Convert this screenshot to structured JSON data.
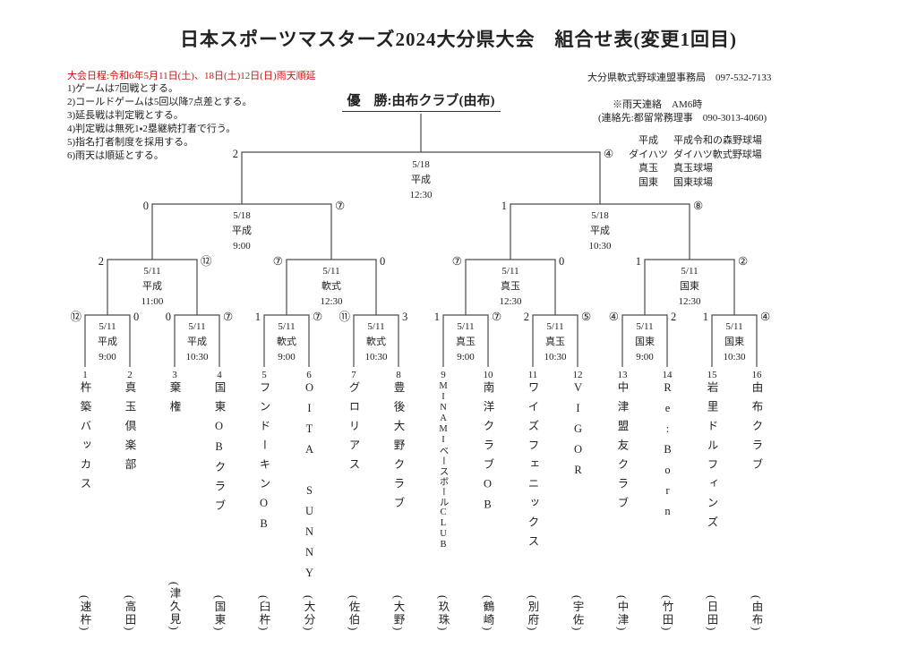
{
  "title": "日本スポーツマスターズ2024大分県大会　組合せ表(変更1回目)",
  "header": {
    "schedule": "大会日程:令和6年5月11日(土)、18日(土)12日(日)雨天順延",
    "rules": [
      "1)ゲームは7回戦とする。",
      "2)コールドゲームは5回以降7点差とする。",
      "3)延長戦は判定戦とする。",
      "4)判定戦は無死1・2塁継続打者で行う。",
      "5)指名打者制度を採用する。",
      "6)雨天は順延とする。"
    ],
    "office": "大分県軟式野球連盟事務局　097-532-7133",
    "rain_note": "※雨天連絡　AM6時",
    "rain_contact": "(連絡先:都留常務理事　090-3013-4060)",
    "champion": "優　勝:由布クラブ(由布)"
  },
  "venue_legend": [
    {
      "short": "平成",
      "name": "平成令和の森野球場"
    },
    {
      "short": "ダイハツ",
      "name": "ダイハツ軟式野球場"
    },
    {
      "short": "真玉",
      "name": "真玉球場"
    },
    {
      "short": "国東",
      "name": "国東球場"
    }
  ],
  "teams": [
    {
      "no": "1",
      "name": "杵築バッカス",
      "area": "(速杵)"
    },
    {
      "no": "2",
      "name": "真玉倶楽部",
      "area": "(高田)"
    },
    {
      "no": "3",
      "name": "棄権",
      "area": "(津久見)"
    },
    {
      "no": "4",
      "name": "国東OBクラブ",
      "area": "(国東)"
    },
    {
      "no": "5",
      "name": "フンドーキンOB",
      "area": "(臼杵)"
    },
    {
      "no": "6",
      "name": "OITA SUNNY",
      "area": "(大分)"
    },
    {
      "no": "7",
      "name": "グロリアス",
      "area": "(佐伯)"
    },
    {
      "no": "8",
      "name": "豊後大野クラブ",
      "area": "(大野)"
    },
    {
      "no": "9",
      "name": "MINAMIベースボールCLUB",
      "area": "(玖珠)"
    },
    {
      "no": "10",
      "name": "南洋クラブOB",
      "area": "(鶴崎)"
    },
    {
      "no": "11",
      "name": "ワイズフェニックス",
      "area": "(別府)"
    },
    {
      "no": "12",
      "name": "VIGOR",
      "area": "(宇佐)"
    },
    {
      "no": "13",
      "name": "中津盟友クラブ",
      "area": "(中津)"
    },
    {
      "no": "14",
      "name": "Re:Born",
      "area": "(竹田)"
    },
    {
      "no": "15",
      "name": "岩里ドルフィンズ",
      "area": "(日田)"
    },
    {
      "no": "16",
      "name": "由布クラブ",
      "area": "(由布)"
    }
  ],
  "matches": {
    "final": {
      "date": "5/18",
      "venue": "平成",
      "time": "12:30",
      "left_score": "2",
      "right_score": "④"
    },
    "sf": [
      {
        "date": "5/18",
        "venue": "平成",
        "time": "9:00",
        "left_score": "0",
        "right_score": "⑦"
      },
      {
        "date": "5/18",
        "venue": "平成",
        "time": "10:30",
        "left_score": "1",
        "right_score": "⑧"
      }
    ],
    "qf": [
      {
        "date": "5/11",
        "venue": "平成",
        "time": "11:00",
        "left_score": "2",
        "right_score": "⑫"
      },
      {
        "date": "5/11",
        "venue": "軟式",
        "time": "12:30",
        "left_score": "⑦",
        "right_score": "0"
      },
      {
        "date": "5/11",
        "venue": "真玉",
        "time": "12:30",
        "left_score": "⑦",
        "right_score": "0"
      },
      {
        "date": "5/11",
        "venue": "国東",
        "time": "12:30",
        "left_score": "1",
        "right_score": "②"
      }
    ],
    "r16": [
      {
        "date": "5/11",
        "venue": "平成",
        "time": "9:00",
        "left_score": "⑫",
        "right_score": "0"
      },
      {
        "date": "5/11",
        "venue": "平成",
        "time": "10:30",
        "left_score": "0",
        "right_score": "⑦"
      },
      {
        "date": "5/11",
        "venue": "軟式",
        "time": "9:00",
        "left_score": "1",
        "right_score": "⑦"
      },
      {
        "date": "5/11",
        "venue": "軟式",
        "time": "10:30",
        "left_score": "⑪",
        "right_score": "3"
      },
      {
        "date": "5/11",
        "venue": "真玉",
        "time": "9:00",
        "left_score": "1",
        "right_score": "⑦"
      },
      {
        "date": "5/11",
        "venue": "真玉",
        "time": "10:30",
        "left_score": "2",
        "right_score": "⑤"
      },
      {
        "date": "5/11",
        "venue": "国東",
        "time": "9:00",
        "left_score": "④",
        "right_score": "2"
      },
      {
        "date": "5/11",
        "venue": "国東",
        "time": "10:30",
        "left_score": "1",
        "right_score": "④"
      }
    ]
  },
  "colors": {
    "accent_red": "#cc1111",
    "line": "#4a4a4a"
  }
}
